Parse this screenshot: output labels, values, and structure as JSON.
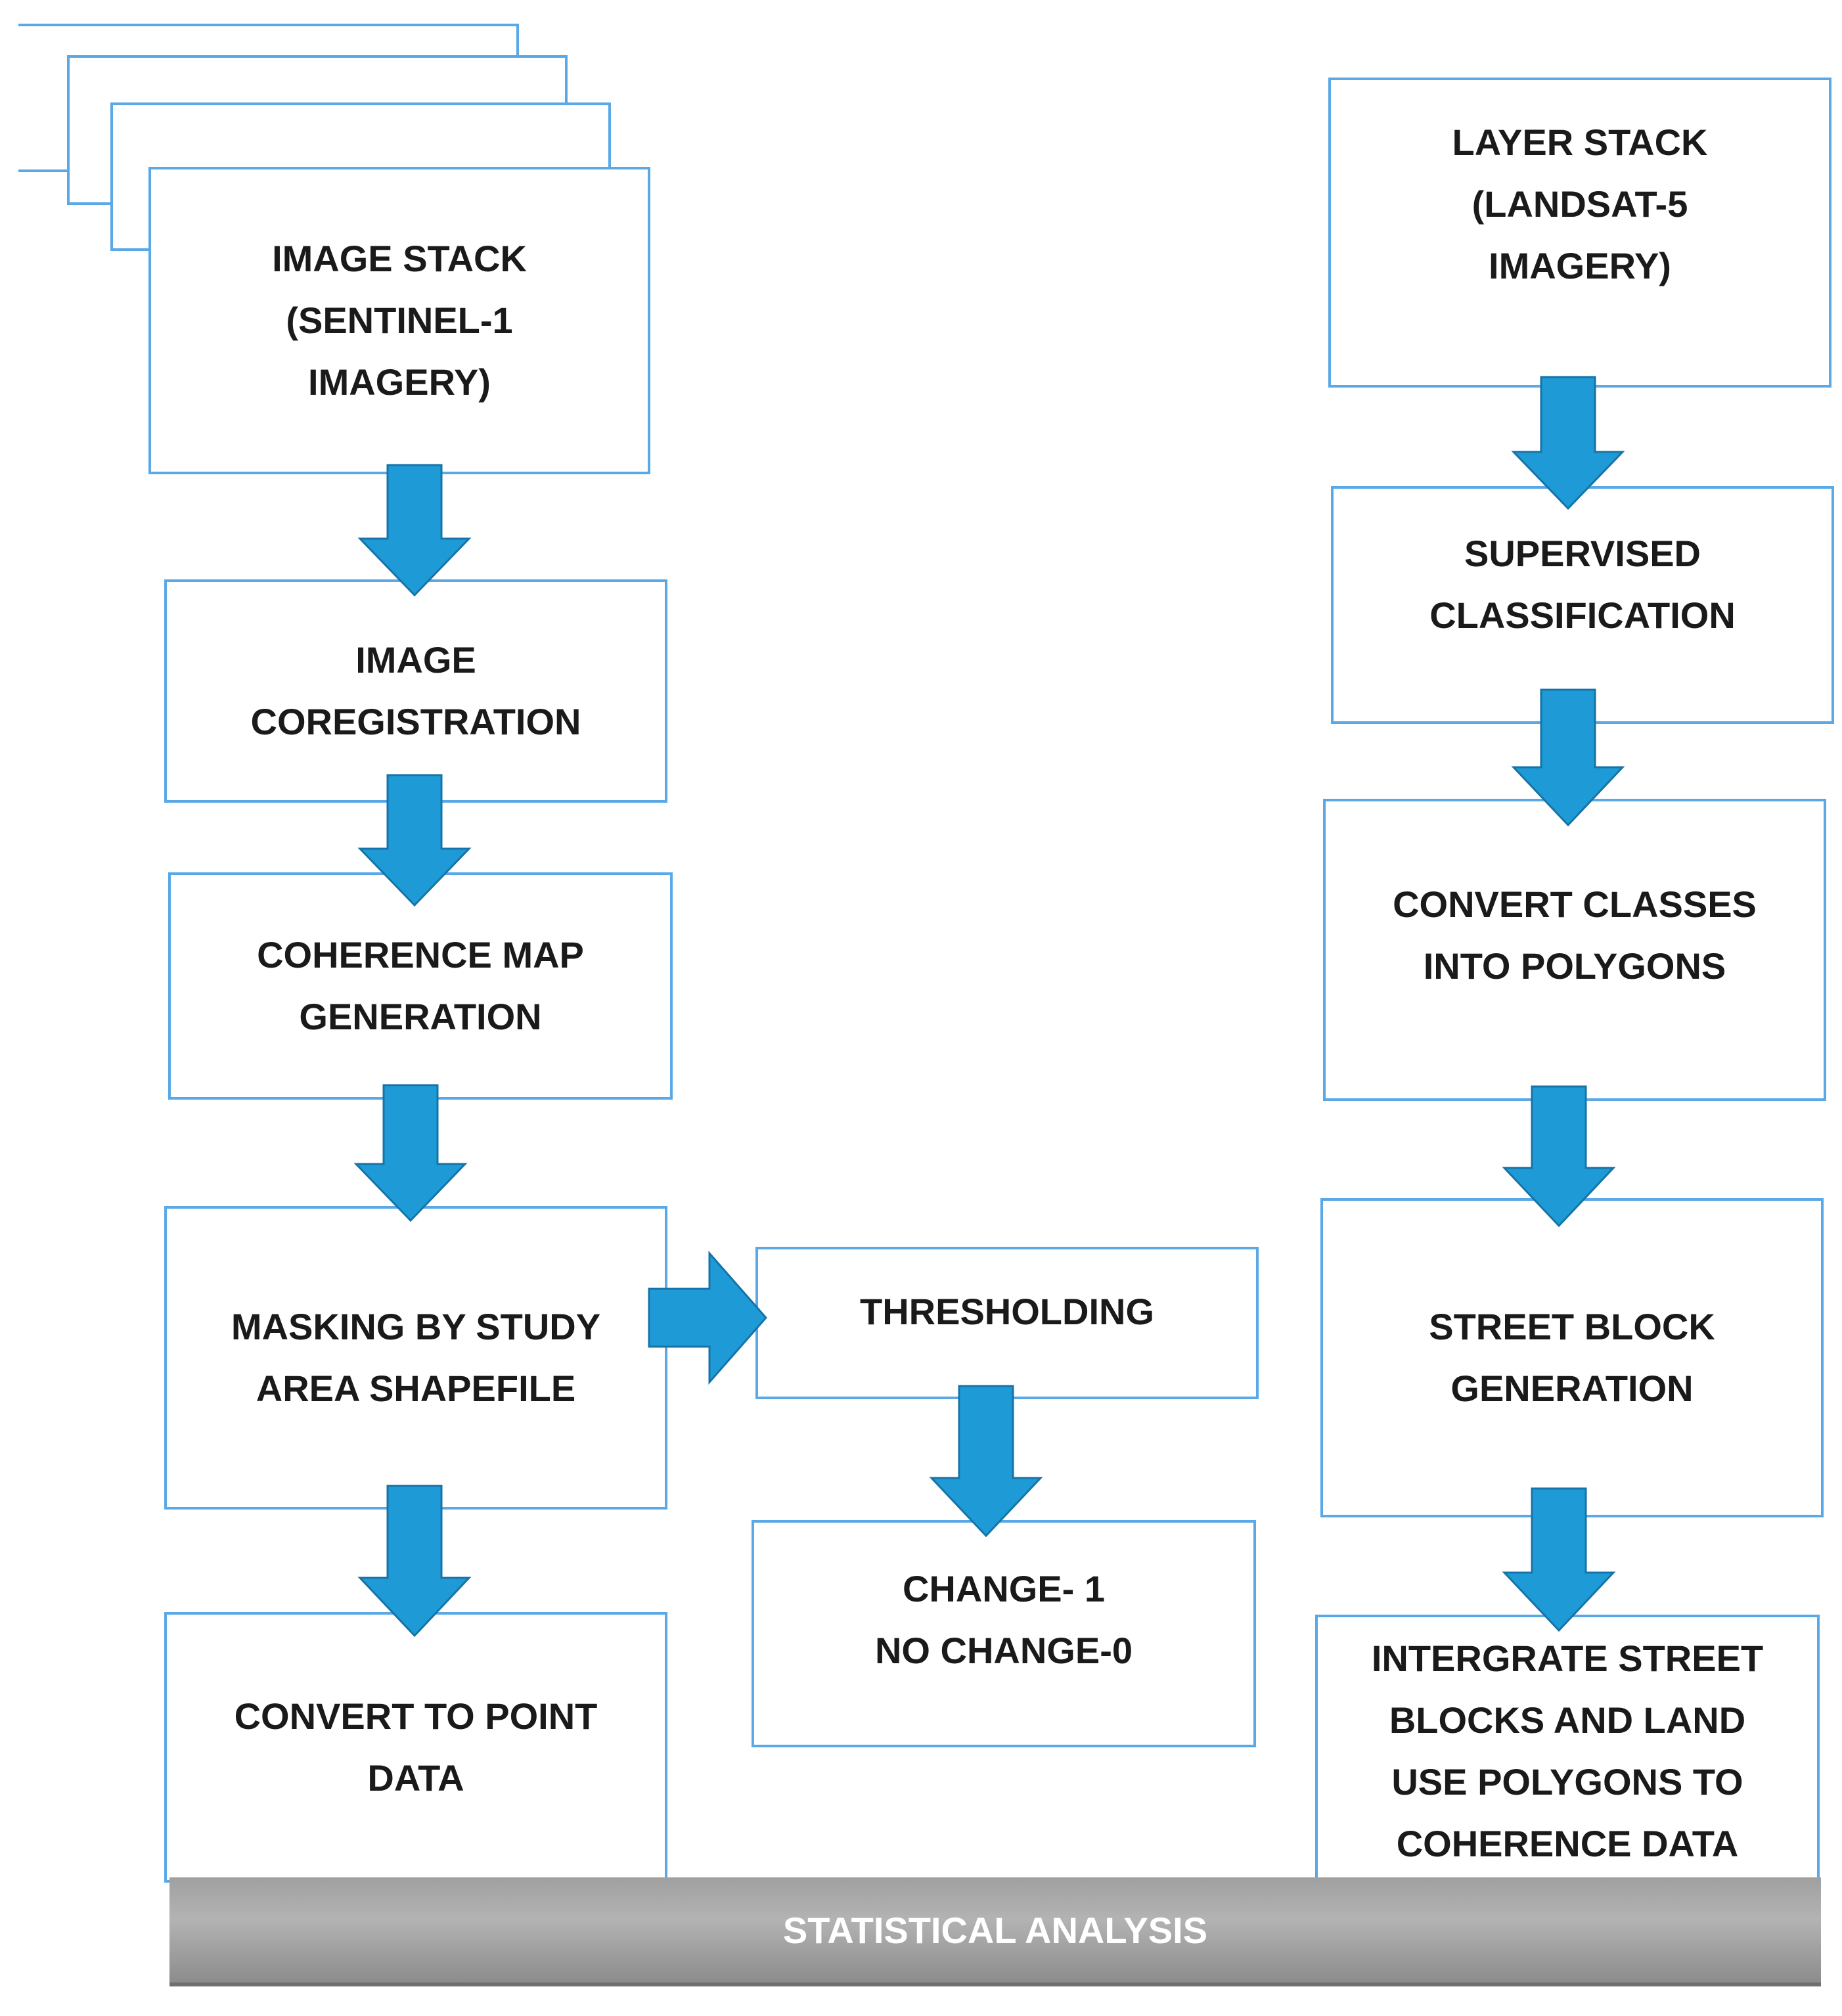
{
  "colors": {
    "box_border": "#5aa9e6",
    "arrow_fill": "#1e9bd7",
    "arrow_stroke": "#1673a8",
    "text": "#1a1a1a",
    "bar_fill": "#a6a6a6",
    "bar_text": "#ffffff"
  },
  "left_column": {
    "image_stack": "IMAGE STACK\n(SENTINEL-1\nIMAGERY)",
    "coregistration": "IMAGE\nCOREGISTRATION",
    "coherence_map": "COHERENCE MAP\nGENERATION",
    "masking": "MASKING BY STUDY\nAREA SHAPEFILE",
    "point_data": "CONVERT TO POINT\nDATA"
  },
  "middle_column": {
    "thresholding": "THRESHOLDING",
    "change": "CHANGE- 1\nNO CHANGE-0"
  },
  "right_column": {
    "layer_stack": "LAYER STACK\n(LANDSAT-5\nIMAGERY)",
    "supervised": "SUPERVISED\nCLASSIFICATION",
    "polygons": "CONVERT CLASSES\nINTO POLYGONS",
    "street_block": "STREET BLOCK\nGENERATION",
    "integrate": "INTERGRATE STREET\nBLOCKS AND LAND\nUSE POLYGONS TO\nCOHERENCE DATA"
  },
  "bottom": {
    "statistical_analysis": "STATISTICAL ANALYSIS"
  }
}
